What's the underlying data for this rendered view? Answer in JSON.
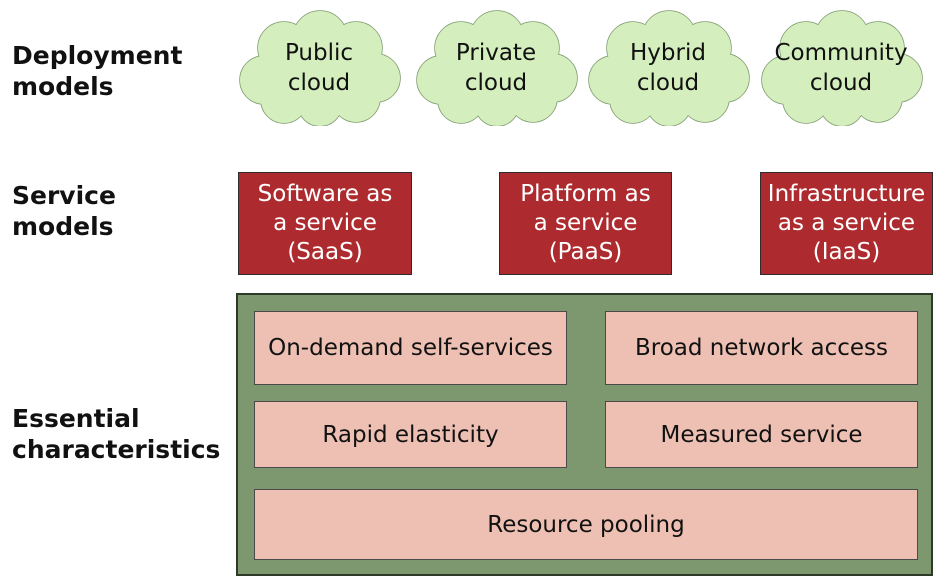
{
  "labels": {
    "deployment": [
      "Deployment",
      "models"
    ],
    "service": [
      "Service",
      "models"
    ],
    "essential": [
      "Essential",
      "characteristics"
    ]
  },
  "deployment_models": [
    {
      "line1": "Public",
      "line2": "cloud"
    },
    {
      "line1": "Private",
      "line2": "cloud"
    },
    {
      "line1": "Hybrid",
      "line2": "cloud"
    },
    {
      "line1": "Community",
      "line2": "cloud"
    }
  ],
  "service_models": [
    {
      "line1": "Software as",
      "line2": "a service",
      "line3": "(SaaS)"
    },
    {
      "line1": "Platform as",
      "line2": "a service",
      "line3": "(PaaS)"
    },
    {
      "line1": "Infrastructure",
      "line2": "as a service",
      "line3": "(IaaS)"
    }
  ],
  "essential_characteristics": [
    "On-demand self-services",
    "Broad network access",
    "Rapid elasticity",
    "Measured service",
    "Resource pooling"
  ],
  "colors": {
    "cloud_fill": "#d4efbd",
    "cloud_stroke": "#7e9a70",
    "service_fill": "#ad2b2f",
    "panel_fill": "#7d976f",
    "characteristic_fill": "#eec0b3"
  }
}
